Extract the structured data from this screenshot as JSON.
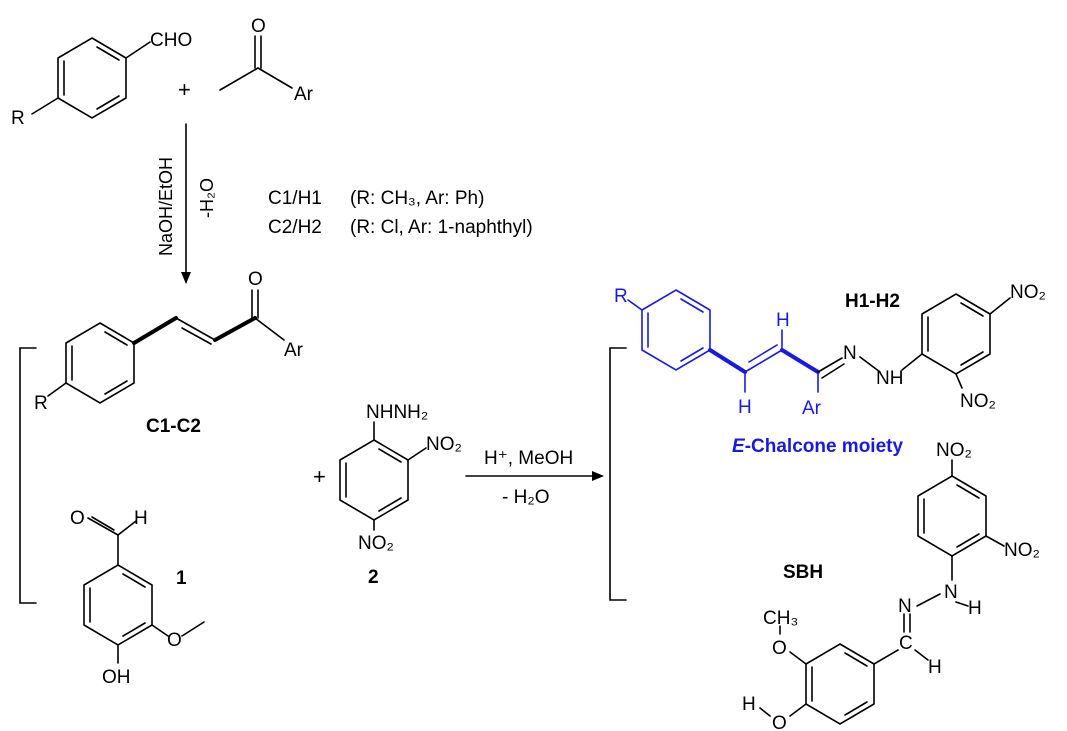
{
  "reagents": {
    "aldehyde_cho": "CHO",
    "aldehyde_r": "R",
    "ketone_o": "O",
    "ketone_ar": "Ar",
    "plus": "+"
  },
  "step1": {
    "reagent": "NaOH/EtOH",
    "byproduct": "-H₂O",
    "variants": [
      {
        "code": "C1/H1",
        "desc": "(R: CH₃, Ar: Ph)"
      },
      {
        "code": "C2/H2",
        "desc": "(R: Cl,   Ar: 1-naphthyl)"
      }
    ]
  },
  "chalcone": {
    "label": "C1-C2",
    "r": "R",
    "o": "O",
    "ar": "Ar"
  },
  "vanillin": {
    "label": "1",
    "o": "O",
    "h": "H",
    "och3_o": "O",
    "oh": "OH"
  },
  "hydrazine": {
    "label": "2",
    "nhnh2": "NHNH₂",
    "no2_top": "NO₂",
    "no2_bottom": "NO₂",
    "plus": "+"
  },
  "step2": {
    "reagent": "H⁺, MeOH",
    "byproduct": "- H₂O"
  },
  "product_h": {
    "label": "H1-H2",
    "r": "R",
    "h_top": "H",
    "h_bottom": "H",
    "n": "N",
    "nh": "NH",
    "ar": "Ar",
    "no2_a": "NO₂",
    "no2_b": "NO₂",
    "moiety_prefix": "E",
    "moiety_rest": "-Chalcone moiety"
  },
  "product_sbh": {
    "label": "SBH",
    "no2_a": "NO₂",
    "no2_b": "NO₂",
    "n1": "N",
    "n2": "N",
    "h_n": "H",
    "ch3": "CH₃",
    "o_me": "O",
    "c": "C",
    "h_c": "H",
    "h_o": "H",
    "o_h": "O"
  }
}
